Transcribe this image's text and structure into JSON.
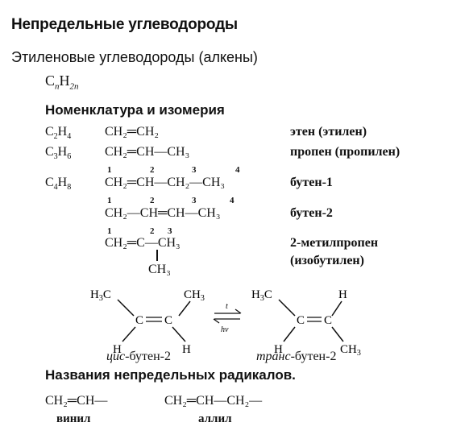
{
  "title": "Непредельные углеводороды",
  "subtitle": "Этиленовые углеводороды (алкены)",
  "general_formula": {
    "c": "C",
    "n1": "n",
    "h": "H",
    "n2": "2n"
  },
  "section_nomenclature": "Номенклатура и изомерия",
  "compounds": [
    {
      "formula_c": "C",
      "formula_c_sub": "2",
      "formula_h": "H",
      "formula_h_sub": "4",
      "structure": "CH₂═CH₂",
      "name": "этен (этилен)"
    },
    {
      "formula_c": "C",
      "formula_c_sub": "3",
      "formula_h": "H",
      "formula_h_sub": "6",
      "structure": "CH₂═CH—CH₃",
      "name": "пропен (пропилен)"
    },
    {
      "formula_c": "C",
      "formula_c_sub": "4",
      "formula_h": "H",
      "formula_h_sub": "8",
      "structure": "CH₂═CH—CH₂—CH₃",
      "name": "бутен-1"
    },
    {
      "formula_c": "",
      "formula_c_sub": "",
      "formula_h": "",
      "formula_h_sub": "",
      "structure": "CH₂—CH═CH—CH₃",
      "name": "бутен-2"
    },
    {
      "formula_c": "",
      "formula_c_sub": "",
      "formula_h": "",
      "formula_h_sub": "",
      "structure": "CH₂═C—CH₃",
      "name": "2-метилпропен"
    }
  ],
  "isobutylene_alias": "(изобутилен)",
  "isobutylene_branch": "CH₃",
  "numbers": {
    "one": "1",
    "two": "2",
    "three": "3",
    "four": "4"
  },
  "isomers": {
    "cis_prefix": "цис",
    "cis_suffix": "-бутен-2",
    "trans_prefix": "транс",
    "trans_suffix": "-бутен-2",
    "arrow_top": "t",
    "arrow_bottom": "hν"
  },
  "section_radicals": "Названия непредельных радикалов.",
  "radicals": [
    {
      "structure": "CH₂═CH—",
      "name": "винил"
    },
    {
      "structure": "CH₂═CH—CH₂—",
      "name": "аллил"
    }
  ]
}
